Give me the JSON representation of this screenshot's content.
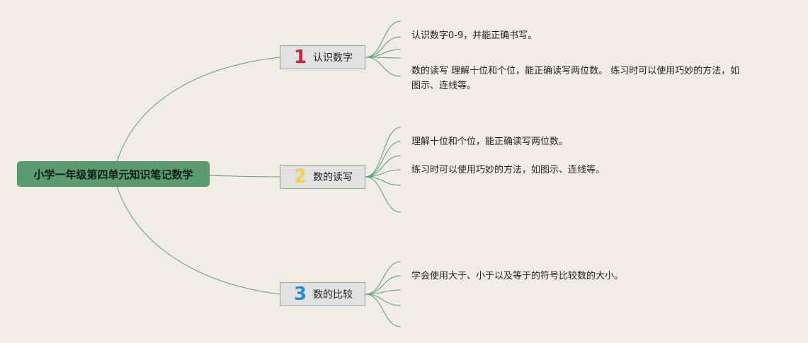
{
  "root": {
    "title": "小学一年级第四单元知识笔记数学"
  },
  "branches": [
    {
      "number": "1",
      "number_color": "#d4203a",
      "label": "认识数字",
      "notes": [
        "认识数字0-9，并能正确书写。",
        "数的读写 理解十位和个位，能正确读写两位数。 练习时可以使用巧妙的方法，如",
        "图示、连线等。"
      ]
    },
    {
      "number": "2",
      "number_color": "#f3cf4a",
      "label": "数的读写",
      "notes": [
        "理解十位和个位，能正确读写两位数。",
        "练习时可以使用巧妙的方法，如图示、连线等。"
      ]
    },
    {
      "number": "3",
      "number_color": "#1f8fd6",
      "label": "数的比较",
      "notes": [
        "学会使用大于、小于以及等于的符号比较数的大小。"
      ]
    }
  ],
  "colors": {
    "background": "#f1ede3",
    "root_fill": "#5b9b6f",
    "branch_fill": "#e1e1df",
    "edge": "#5d9c7a"
  }
}
